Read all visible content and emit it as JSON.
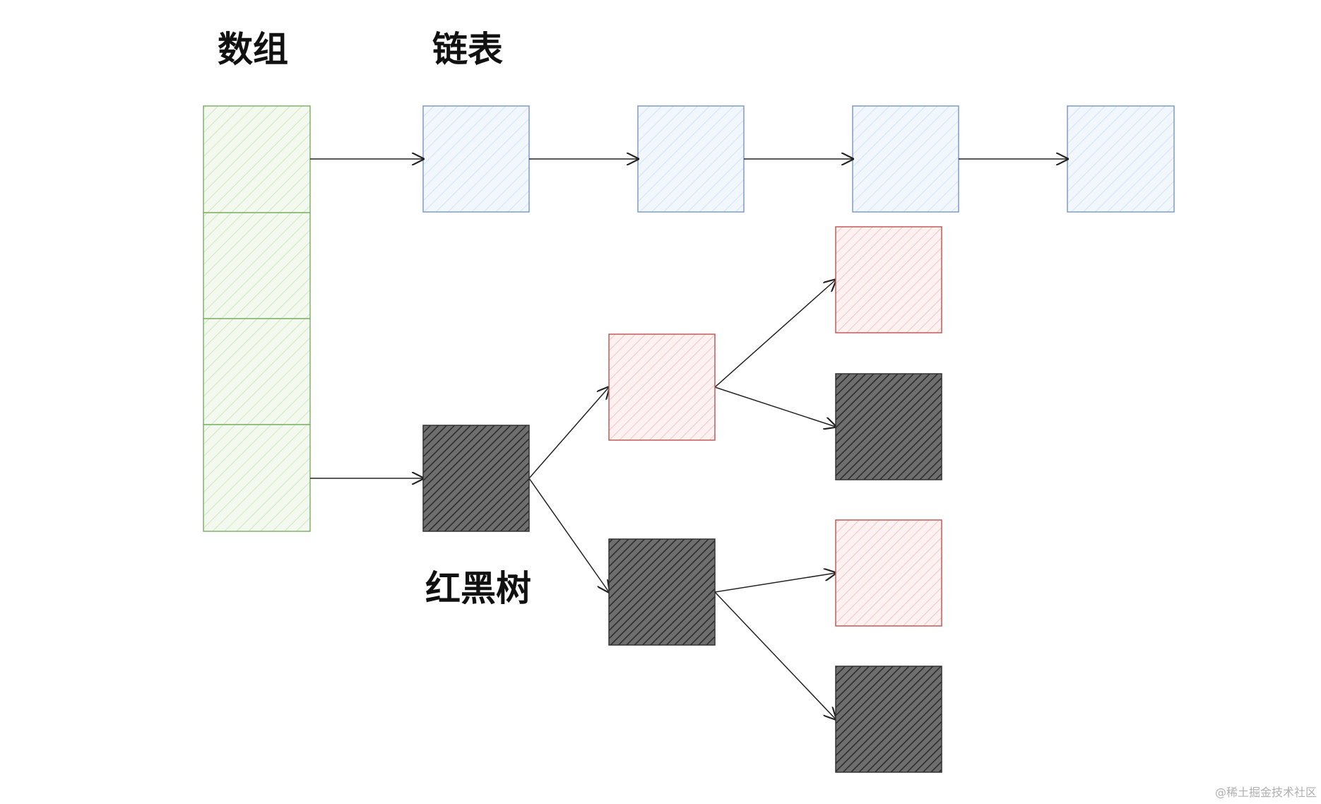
{
  "labels": {
    "array": "数组",
    "linked_list": "链表",
    "red_black_tree": "红黑树"
  },
  "watermark": "@稀土掘金技术社区",
  "array": {
    "cells": 4,
    "color": "#6aa84f",
    "fill": "#d9ead3"
  },
  "linked_list": {
    "nodes": 4,
    "color": "#6c8ebf",
    "fill": "#dae8fc"
  },
  "red_black_tree": {
    "nodes": [
      {
        "id": "root",
        "color": "black"
      },
      {
        "id": "l1",
        "color": "red"
      },
      {
        "id": "l2",
        "color": "black"
      },
      {
        "id": "ll",
        "color": "red"
      },
      {
        "id": "lr",
        "color": "black"
      },
      {
        "id": "rl",
        "color": "red"
      },
      {
        "id": "rr",
        "color": "black"
      }
    ],
    "edges": [
      [
        "root",
        "l1"
      ],
      [
        "root",
        "l2"
      ],
      [
        "l1",
        "ll"
      ],
      [
        "l1",
        "lr"
      ],
      [
        "l2",
        "rl"
      ],
      [
        "l2",
        "rr"
      ]
    ],
    "colors": {
      "red_stroke": "#c0504d",
      "red_fill": "#f4cccc",
      "black_stroke": "#333333",
      "black_fill": "#222222"
    }
  }
}
